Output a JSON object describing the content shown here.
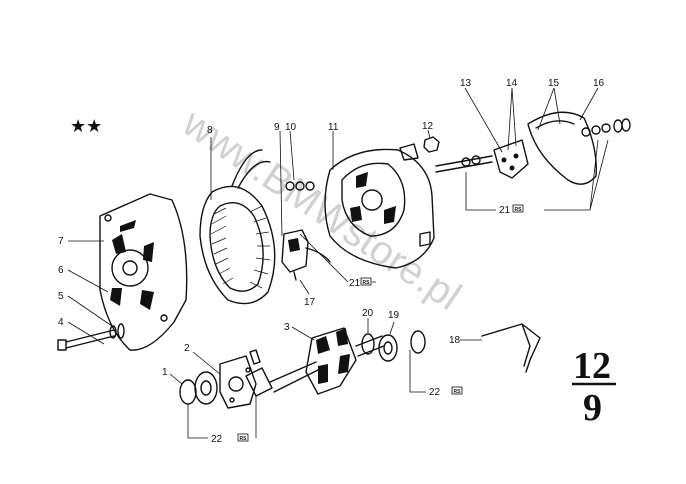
{
  "stars": "★★",
  "watermark": "www.BMWstore.pl",
  "page_numerator": "12",
  "page_denominator": "9",
  "rs_tag": "RS",
  "callouts": {
    "n1": "1",
    "n2": "2",
    "n3": "3",
    "n4": "4",
    "n5": "5",
    "n6": "6",
    "n7": "7",
    "n8": "8",
    "n9": "9",
    "n10": "10",
    "n11": "11",
    "n12": "12",
    "n13": "13",
    "n14": "14",
    "n15": "15",
    "n16": "16",
    "n17": "17",
    "n18": "18",
    "n19": "19",
    "n20": "20",
    "n21a": "21",
    "n21b": "21",
    "n22a": "22",
    "n22b": "22"
  }
}
